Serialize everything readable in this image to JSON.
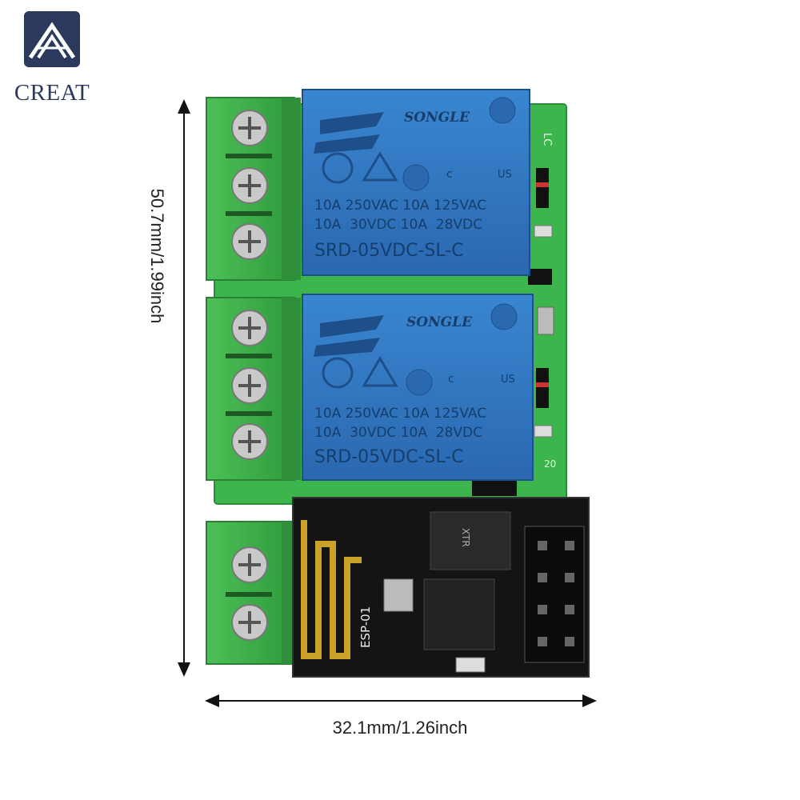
{
  "logo": {
    "text": "CREAT",
    "color": "#2b3a5c"
  },
  "relays": [
    {
      "brand": "SONGLE",
      "rating_line1": "10A 250VAC 10A 125VAC",
      "rating_line2": "10A  30VDC 10A  28VDC",
      "model": "SRD-05VDC-SL-C",
      "cert_us": "US",
      "cert_c": "c"
    },
    {
      "brand": "SONGLE",
      "rating_line1": "10A 250VAC 10A 125VAC",
      "rating_line2": "10A  30VDC 10A  28VDC",
      "model": "SRD-05VDC-SL-C",
      "cert_us": "US",
      "cert_c": "c"
    }
  ],
  "board": {
    "silk_lc": "LC",
    "silk_20": "20"
  },
  "module": {
    "label": "ESP-01",
    "chip_label": "XTR"
  },
  "dimensions": {
    "height": "50.7mm/1.99inch",
    "width": "32.1mm/1.26inch"
  },
  "colors": {
    "pcb": "#35b04a",
    "terminal": "#3fb049",
    "relay": "#2f74c0",
    "esp_board": "#141414"
  }
}
